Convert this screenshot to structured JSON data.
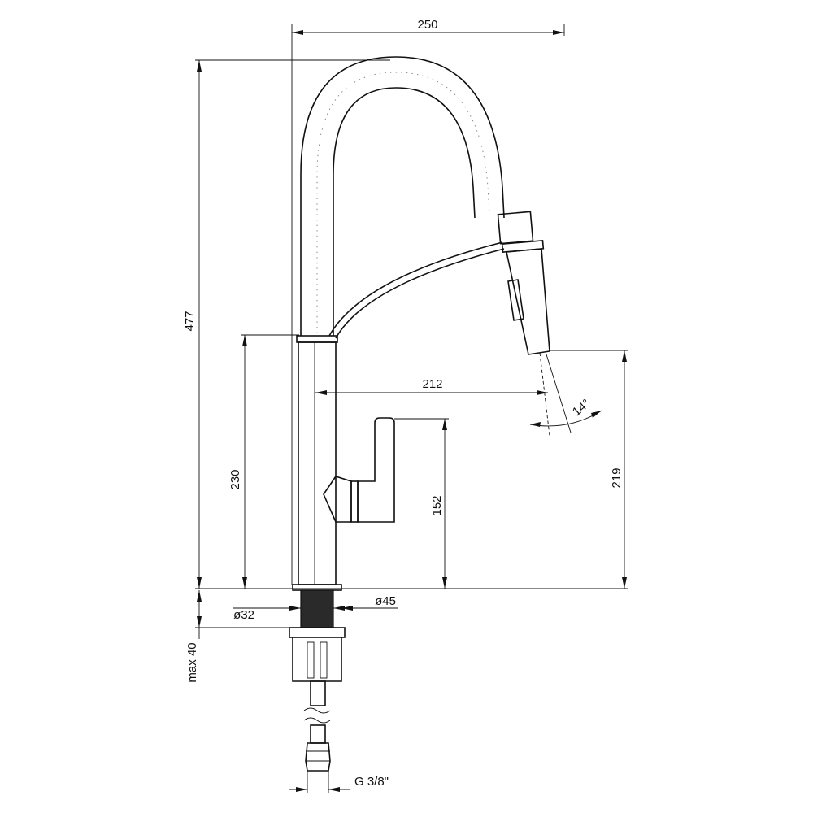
{
  "dimensions": {
    "overall_width": "250",
    "overall_height": "477",
    "body_height": "230",
    "spout_reach": "212",
    "handle_height": "152",
    "spray_height": "219",
    "angle": "14°",
    "diameter_small": "ø32",
    "diameter_large": "ø45",
    "max_thickness": "max 40",
    "thread": "G 3/8\""
  }
}
